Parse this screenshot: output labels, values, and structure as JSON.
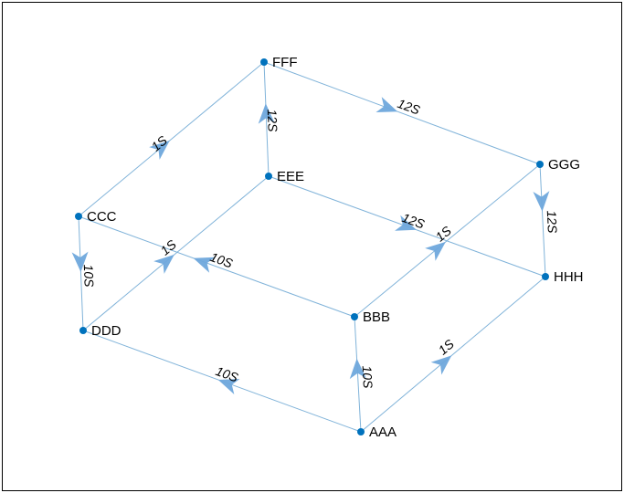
{
  "graph": {
    "edge_color": "#80b3d9",
    "arrow_color": "#6fa8dc",
    "node_color": "#0072bd",
    "nodes": [
      {
        "id": "AAA",
        "label": "AAA"
      },
      {
        "id": "BBB",
        "label": "BBB"
      },
      {
        "id": "CCC",
        "label": "CCC"
      },
      {
        "id": "DDD",
        "label": "DDD"
      },
      {
        "id": "EEE",
        "label": "EEE"
      },
      {
        "id": "FFF",
        "label": "FFF"
      },
      {
        "id": "GGG",
        "label": "GGG"
      },
      {
        "id": "HHH",
        "label": "HHH"
      }
    ],
    "edges": [
      {
        "from": "CCC",
        "to": "FFF",
        "label": "1S"
      },
      {
        "from": "EEE",
        "to": "FFF",
        "label": "12S"
      },
      {
        "from": "FFF",
        "to": "GGG",
        "label": "12S"
      },
      {
        "from": "GGG",
        "to": "HHH",
        "label": "12S"
      },
      {
        "from": "EEE",
        "to": "HHH",
        "label": "12S"
      },
      {
        "from": "BBB",
        "to": "GGG",
        "label": "1S"
      },
      {
        "from": "DDD",
        "to": "EEE",
        "label": "1S"
      },
      {
        "from": "BBB",
        "to": "CCC",
        "label": "10S"
      },
      {
        "from": "CCC",
        "to": "DDD",
        "label": "10S"
      },
      {
        "from": "AAA",
        "to": "DDD",
        "label": "10S"
      },
      {
        "from": "AAA",
        "to": "BBB",
        "label": "10S"
      },
      {
        "from": "AAA",
        "to": "HHH",
        "label": "1S"
      }
    ]
  }
}
